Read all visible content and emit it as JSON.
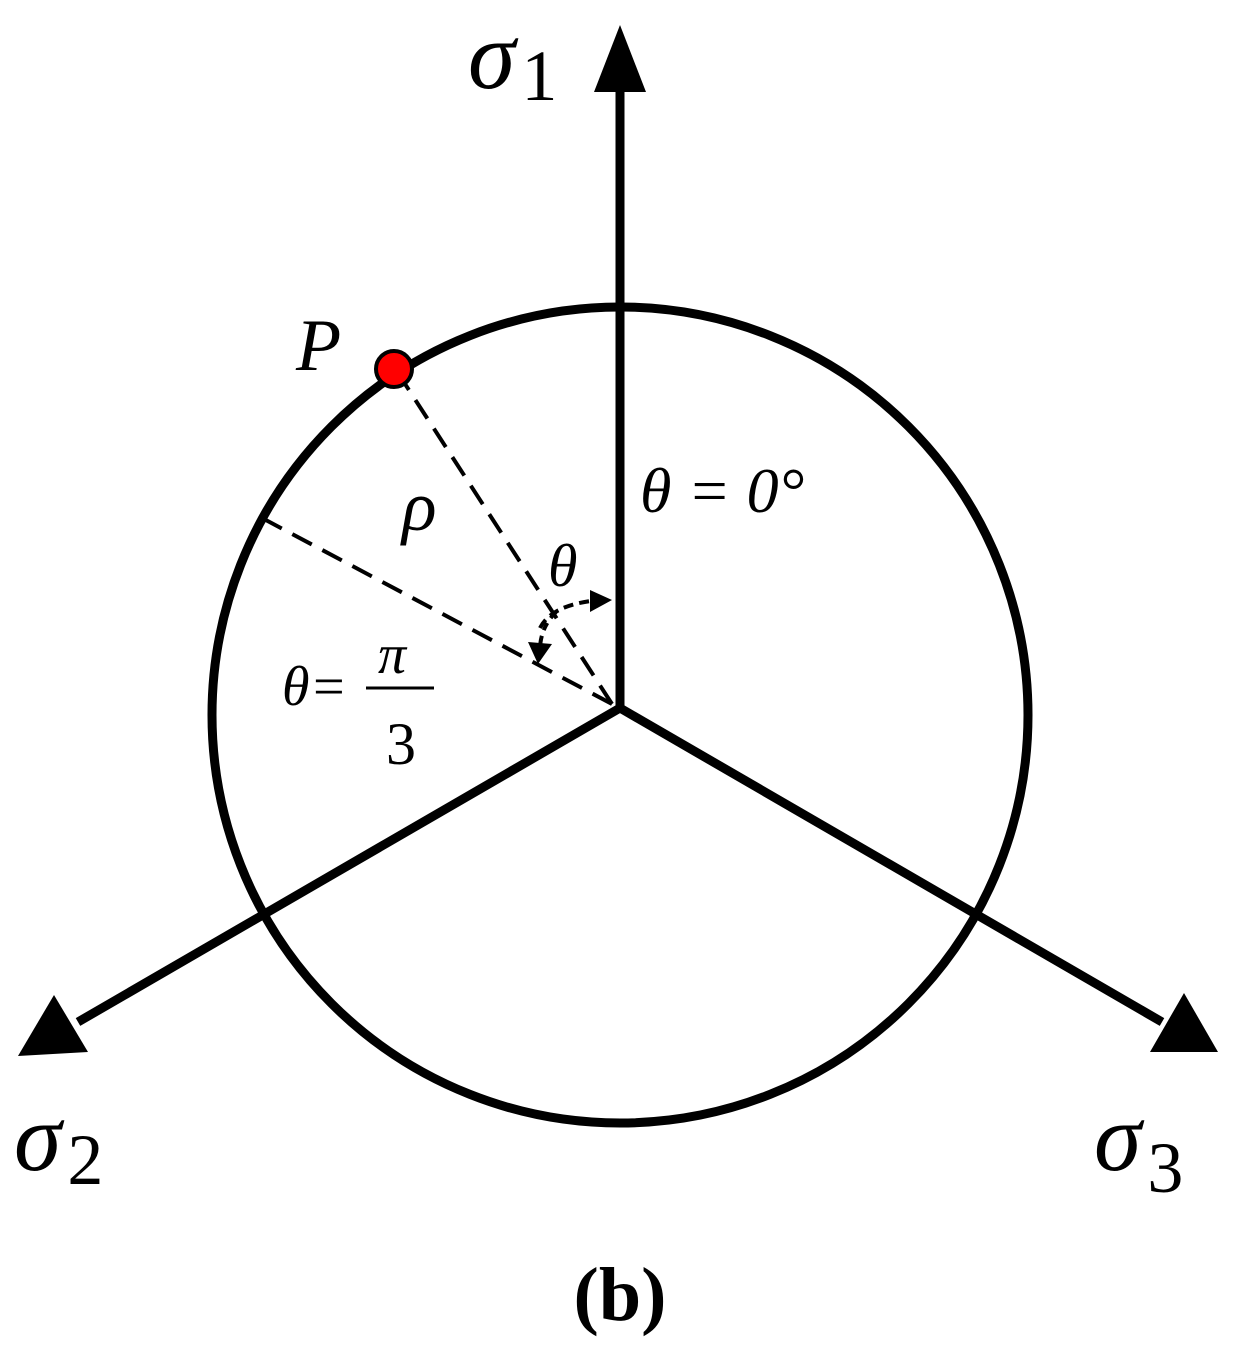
{
  "figure": {
    "panel_label": "(b)",
    "colors": {
      "stroke": "#000000",
      "point_fill": "#ff0000",
      "background": "#ffffff"
    }
  },
  "axes": {
    "sigma1": {
      "symbol": "σ",
      "subscript": "1"
    },
    "sigma2": {
      "symbol": "σ",
      "subscript": "2"
    },
    "sigma3": {
      "symbol": "σ",
      "subscript": "3"
    }
  },
  "labels": {
    "point": "P",
    "radius": "ρ",
    "theta": "θ",
    "theta_zero": "θ = 0°",
    "theta_pi3_prefix": "θ=",
    "theta_pi3_numerator": "π",
    "theta_pi3_denominator": "3"
  }
}
